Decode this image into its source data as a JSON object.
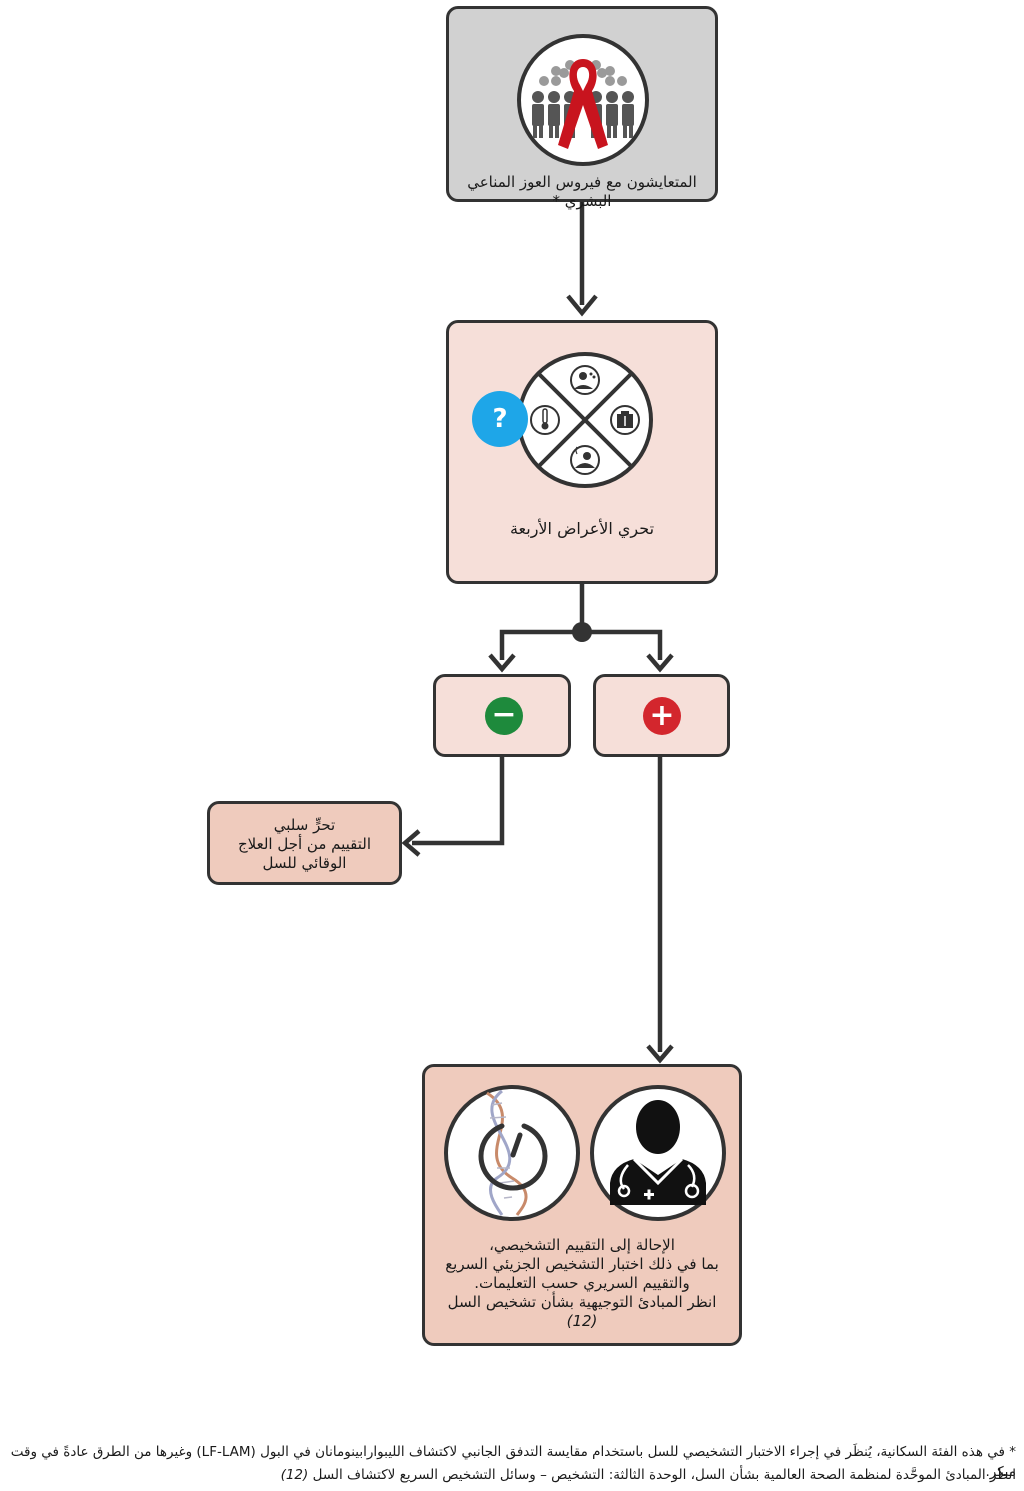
{
  "nodes": {
    "population": {
      "label": "المتعايشون مع فيروس العوز المناعي البشري *"
    },
    "screening": {
      "label": "تحري الأعراض الأربعة",
      "question_mark": "?"
    },
    "negative": {
      "symbol": "−"
    },
    "positive": {
      "symbol": "+"
    },
    "negative_outcome": {
      "lines": [
        "تحرٍّ سلبي",
        "التقييم من أجل العلاج",
        "الوقائي للسل"
      ]
    },
    "referral": {
      "lines": [
        "الإحالة إلى التقييم التشخيصي،",
        "بما في ذلك اختبار التشخيص الجزيئي السريع",
        "والتقييم السريري حسب التعليمات.",
        "انظر المبادئ التوجيهية بشأن تشخيص السل"
      ],
      "reference": "(12)"
    }
  },
  "footnote": {
    "line1": "* في هذه الفئة السكانية، يُنظَر في إجراء الاختبار التشخيصي للسل باستخدام مقايسة التدفق الجانبي لاكتشاف الليبوارابينومانان في البول (LF-LAM) وغيرها من الطرق عادةً في وقت مبكر.",
    "line2": "انظر المبادئ الموحَّدة لمنظمة الصحة العالمية بشأن السل، الوحدة الثالثة: التشخيص – وسائل التشخيص السريع لاكتشاف السل",
    "line2_ref": "(12)"
  },
  "colors": {
    "grey_box": "#d1d1d1",
    "pink_box": "#f6dfd9",
    "salmon_box": "#efcbbd",
    "green": "#1e8a3c",
    "red": "#d3262d",
    "help_blue": "#1ea6e8",
    "line": "#333333"
  },
  "icons": {
    "population": "people-red-ribbon-icon",
    "four_symptoms": "four-symptom-wheel-icon",
    "doctor": "doctor-icon",
    "molecular_test": "dna-clock-icon"
  }
}
